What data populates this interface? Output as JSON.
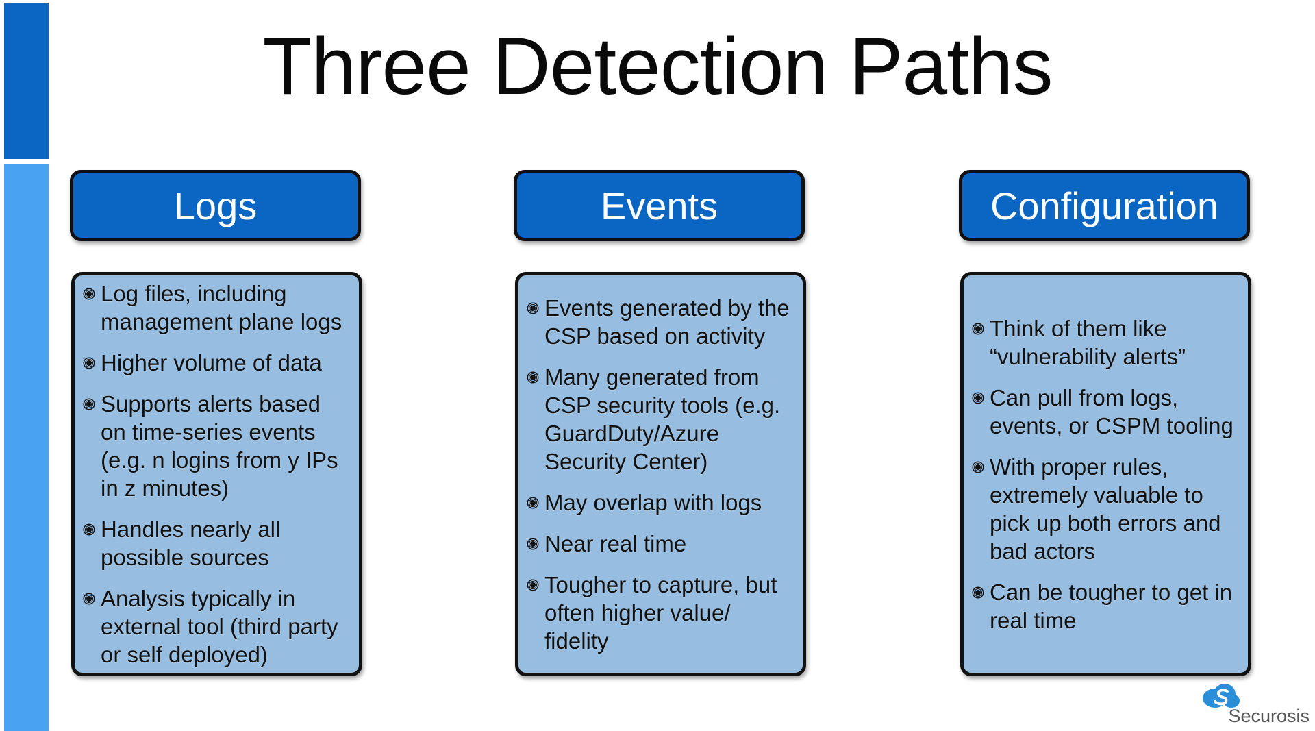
{
  "slide": {
    "title": "Three Detection Paths",
    "accent_dark": "#0a66c2",
    "accent_light": "#4aa3f2",
    "box_fill": "#97bde0"
  },
  "columns": [
    {
      "header": "Logs",
      "bullets": [
        "Log files, including management plane logs",
        "Higher volume of data",
        "Supports alerts based on time-series events (e.g. n logins from y IPs in z minutes)",
        "Handles nearly all possible sources",
        "Analysis typically in external tool (third party or self deployed)"
      ]
    },
    {
      "header": "Events",
      "bullets": [
        "Events generated by the CSP based on activity",
        "Many generated from CSP security tools (e.g. GuardDuty/Azure Security Center)",
        "May overlap with logs",
        "Near real time",
        "Tougher to capture, but often higher value/ fidelity"
      ]
    },
    {
      "header": "Configuration",
      "bullets": [
        "Think of them like “vulnerability alerts”",
        "Can pull from logs, events, or CSPM tooling",
        "With proper rules, extremely valuable to pick up both errors and bad actors",
        "Can be tougher to get in real time"
      ]
    }
  ],
  "logo": {
    "icon": "cloud-s-icon",
    "text": "Securosis"
  }
}
